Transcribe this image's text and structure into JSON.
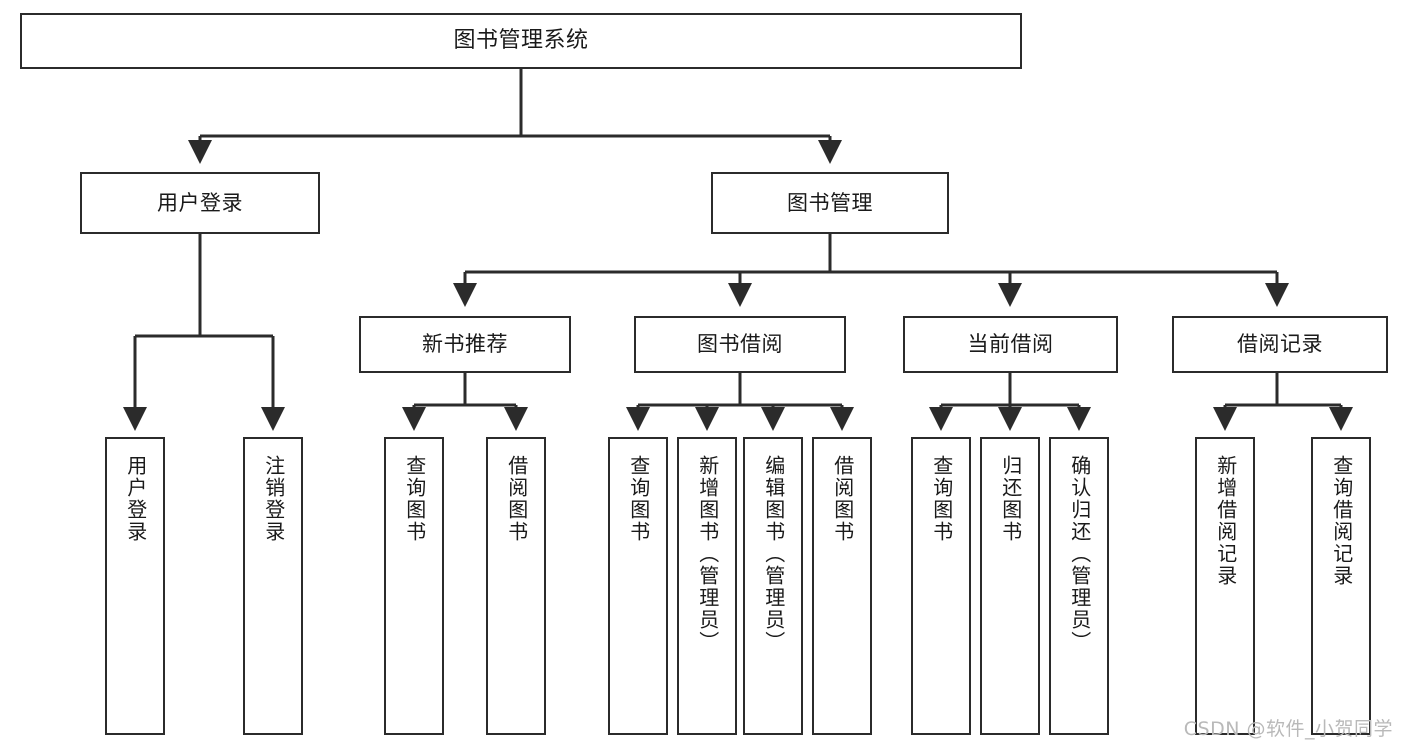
{
  "diagram": {
    "title": "图书管理系统",
    "type": "tree-hierarchy-chart",
    "colors": {
      "stroke": "#2b2b2b",
      "fill": "#ffffff",
      "text": "#1a1a1a",
      "watermark": "#b9b9b9"
    },
    "root": {
      "label": "图书管理系统"
    },
    "level1": [
      {
        "label": "用户登录"
      },
      {
        "label": "图书管理"
      }
    ],
    "level2": [
      {
        "label": "新书推荐"
      },
      {
        "label": "图书借阅"
      },
      {
        "label": "当前借阅"
      },
      {
        "label": "借阅记录"
      }
    ],
    "leaves": {
      "user_login": [
        {
          "label": "用户登录"
        },
        {
          "label": "注销登录"
        }
      ],
      "new_book_recommend": [
        {
          "label": "查询图书"
        },
        {
          "label": "借阅图书"
        }
      ],
      "book_borrow": [
        {
          "label": "查询图书"
        },
        {
          "label": "新增图书（管理员）"
        },
        {
          "label": "编辑图书（管理员）"
        },
        {
          "label": "借阅图书"
        }
      ],
      "current_borrow": [
        {
          "label": "查询图书"
        },
        {
          "label": "归还图书"
        },
        {
          "label": "确认归还（管理员）"
        }
      ],
      "borrow_record": [
        {
          "label": "新增借阅记录"
        },
        {
          "label": "查询借阅记录"
        }
      ]
    }
  },
  "watermark": {
    "text": "CSDN @软件_小贺同学"
  }
}
